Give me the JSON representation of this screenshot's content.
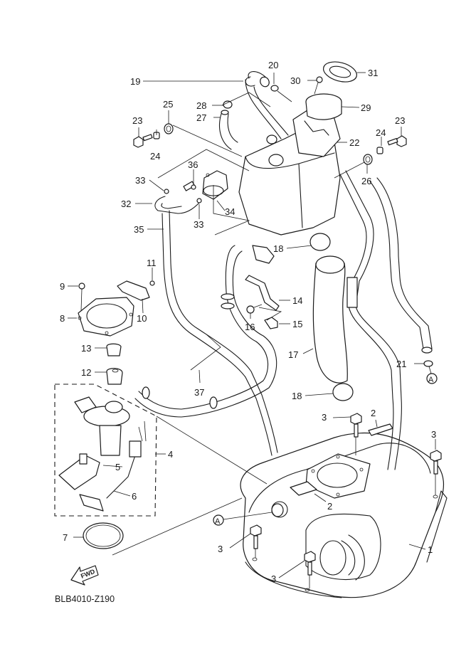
{
  "diagram": {
    "title_code": "BLB4010-Z190",
    "direction_marker": "FWD",
    "reference_marker": "A",
    "callouts": [
      {
        "id": "c1",
        "label": "1"
      },
      {
        "id": "c2a",
        "label": "2"
      },
      {
        "id": "c2b",
        "label": "2"
      },
      {
        "id": "c3a",
        "label": "3"
      },
      {
        "id": "c3b",
        "label": "3"
      },
      {
        "id": "c3c",
        "label": "3"
      },
      {
        "id": "c3d",
        "label": "3"
      },
      {
        "id": "c4",
        "label": "4"
      },
      {
        "id": "c5",
        "label": "5"
      },
      {
        "id": "c6",
        "label": "6"
      },
      {
        "id": "c7",
        "label": "7"
      },
      {
        "id": "c8",
        "label": "8"
      },
      {
        "id": "c9",
        "label": "9"
      },
      {
        "id": "c10",
        "label": "10"
      },
      {
        "id": "c11",
        "label": "11"
      },
      {
        "id": "c12",
        "label": "12"
      },
      {
        "id": "c13",
        "label": "13"
      },
      {
        "id": "c14",
        "label": "14"
      },
      {
        "id": "c15",
        "label": "15"
      },
      {
        "id": "c16",
        "label": "16"
      },
      {
        "id": "c17",
        "label": "17"
      },
      {
        "id": "c18a",
        "label": "18"
      },
      {
        "id": "c18b",
        "label": "18"
      },
      {
        "id": "c19",
        "label": "19"
      },
      {
        "id": "c20",
        "label": "20"
      },
      {
        "id": "c21",
        "label": "21"
      },
      {
        "id": "c22",
        "label": "22"
      },
      {
        "id": "c23a",
        "label": "23"
      },
      {
        "id": "c23b",
        "label": "23"
      },
      {
        "id": "c24a",
        "label": "24"
      },
      {
        "id": "c24b",
        "label": "24"
      },
      {
        "id": "c25",
        "label": "25"
      },
      {
        "id": "c26",
        "label": "26"
      },
      {
        "id": "c27",
        "label": "27"
      },
      {
        "id": "c28",
        "label": "28"
      },
      {
        "id": "c29",
        "label": "29"
      },
      {
        "id": "c30",
        "label": "30"
      },
      {
        "id": "c31",
        "label": "31"
      },
      {
        "id": "c32",
        "label": "32"
      },
      {
        "id": "c33a",
        "label": "33"
      },
      {
        "id": "c33b",
        "label": "33"
      },
      {
        "id": "c34",
        "label": "34"
      },
      {
        "id": "c35",
        "label": "35"
      },
      {
        "id": "c36",
        "label": "36"
      },
      {
        "id": "c37",
        "label": "37"
      }
    ]
  }
}
